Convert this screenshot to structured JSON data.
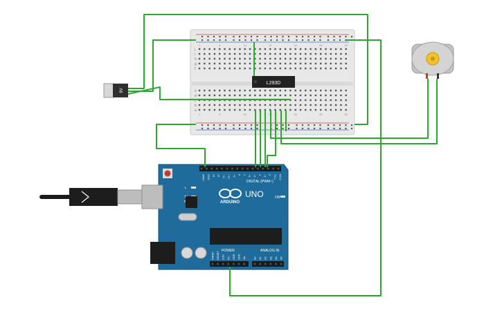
{
  "breadboard": {
    "column_numbers": [
      "1",
      "5",
      "10",
      "15",
      "20",
      "25",
      "30"
    ],
    "row_letters_top": [
      "j",
      "i",
      "h",
      "g",
      "f"
    ],
    "row_letters_bottom": [
      "e",
      "d",
      "c",
      "b",
      "a"
    ],
    "rail_plus": "+",
    "rail_minus": "-"
  },
  "chip": {
    "label": "L293D"
  },
  "battery": {
    "label": "9V"
  },
  "arduino": {
    "logo": "ARDUINO",
    "model": "UNO",
    "on_label": "ON",
    "tx_label": "TX",
    "rx_label": "RX",
    "l_label": "L",
    "digital_label": "DIGITAL (PWM~)",
    "power_label": "POWER",
    "analog_label": "ANALOG IN",
    "top_pins": [
      "AREF",
      "GND",
      "13",
      "12",
      "~11",
      "~10",
      "~9",
      "8",
      "7",
      "~6",
      "~5",
      "4",
      "~3",
      "2",
      "TX 1",
      "RX 0"
    ],
    "power_pins": [
      "IOREF",
      "RESET",
      "3.3V",
      "5V",
      "GND",
      "GND",
      "Vin"
    ],
    "analog_pins": [
      "A0",
      "A1",
      "A2",
      "A3",
      "A4",
      "A5"
    ]
  },
  "colors": {
    "wire": "#2aa82a",
    "board": "#1f6c9c",
    "breadboard": "#eaeaea",
    "rail_red": "#d33c3c",
    "rail_blue": "#3f69c7",
    "chip": "#222222",
    "motor_gear": "#f2c22c"
  }
}
